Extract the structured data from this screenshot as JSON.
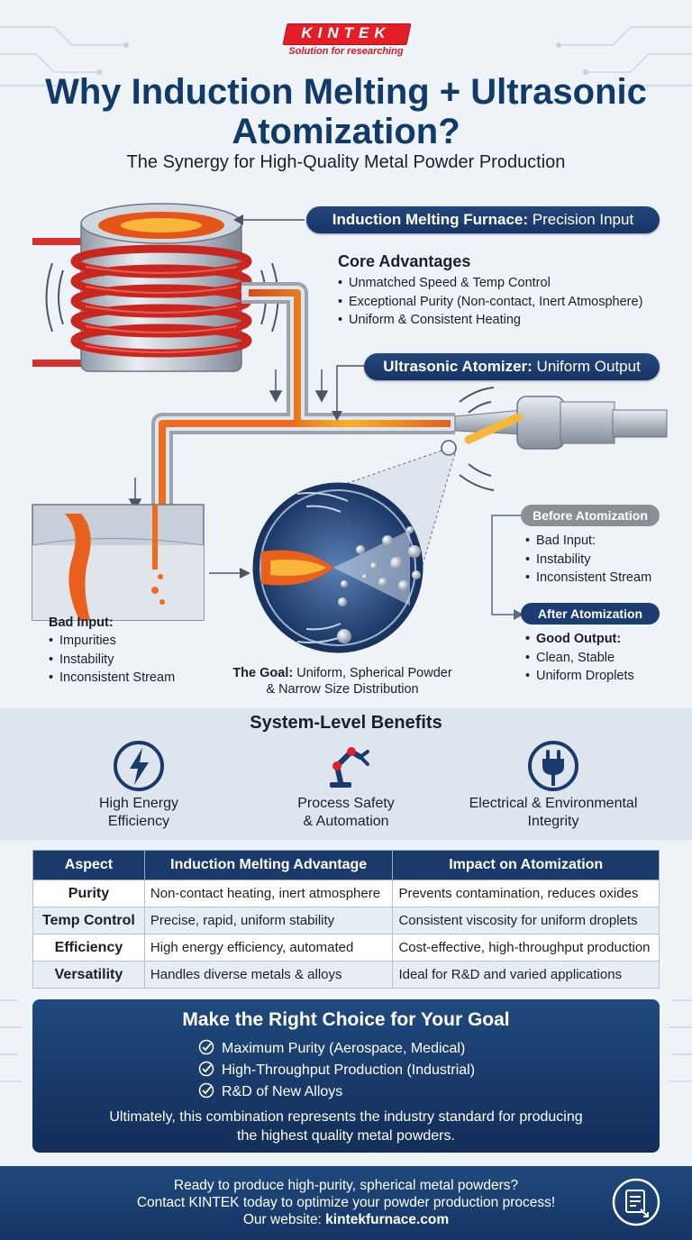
{
  "brand": {
    "name": "KINTEK",
    "tagline": "Solution for researching"
  },
  "title": "Why Induction Melting + Ultrasonic Atomization?",
  "subtitle": "The Synergy for High-Quality Metal Powder Production",
  "furnace_label": {
    "bold": "Induction Melting Furnace:",
    "rest": " Precision Input"
  },
  "core": {
    "heading": "Core Advantages",
    "items": [
      "Unmatched Speed & Temp Control",
      "Exceptional Purity (Non-contact, Inert Atmosphere)",
      "Uniform & Consistent Heating"
    ]
  },
  "atomizer_label": {
    "bold": "Ultrasonic Atomizer:",
    "rest": " Uniform Output"
  },
  "before": {
    "label": "Before Atomization",
    "heading": "Bad Input:",
    "items": [
      "Instability",
      "Inconsistent Stream"
    ]
  },
  "after": {
    "label": "After Atomization",
    "heading": "Good Output:",
    "items": [
      "Clean, Stable",
      "Uniform Droplets"
    ]
  },
  "bad_input": {
    "heading": "Bad Input:",
    "items": [
      "Impurities",
      "Instability",
      "Inconsistent Stream"
    ]
  },
  "goal": {
    "bold": "The Goal:",
    "line1": " Uniform, Spherical Powder",
    "line2": "& Narrow Size Distribution"
  },
  "benefits": {
    "title": "System-Level Benefits",
    "items": [
      {
        "line1": "High Energy",
        "line2": "Efficiency",
        "icon": "lightning-icon"
      },
      {
        "line1": "Process Safety",
        "line2": "& Automation",
        "icon": "robot-arm-icon"
      },
      {
        "line1": "Electrical & Environmental",
        "line2": "Integrity",
        "icon": "plug-icon"
      }
    ]
  },
  "table": {
    "headers": [
      "Aspect",
      "Induction Melting Advantage",
      "Impact on Atomization"
    ],
    "rows": [
      [
        "Purity",
        "Non-contact heating, inert atmosphere",
        "Prevents contamination, reduces oxides"
      ],
      [
        "Temp Control",
        "Precise, rapid, uniform stability",
        "Consistent viscosity for uniform droplets"
      ],
      [
        "Efficiency",
        "High energy efficiency, automated",
        "Cost-effective, high-throughput production"
      ],
      [
        "Versatility",
        "Handles diverse metals & alloys",
        "Ideal for R&D and varied applications"
      ]
    ]
  },
  "choice": {
    "title": "Make the Right Choice for Your Goal",
    "items": [
      "Maximum Purity (Aerospace, Medical)",
      "High-Throughput Production (Industrial)",
      "R&D of New Alloys"
    ],
    "summary_line1": "Ultimately, this combination represents the industry standard for producing",
    "summary_line2": "the highest quality metal powders."
  },
  "footer": {
    "line1": "Ready to produce high-purity, spherical metal powders?",
    "line2": "Contact KINTEK today to optimize your powder production process!",
    "line3_label": "Our website: ",
    "line3_url": "kintekfurnace.com"
  },
  "colors": {
    "navy": "#1b3a6c",
    "brand_red": "#e41e26",
    "molten": "#f59a1c",
    "coil": "#d7312b"
  }
}
